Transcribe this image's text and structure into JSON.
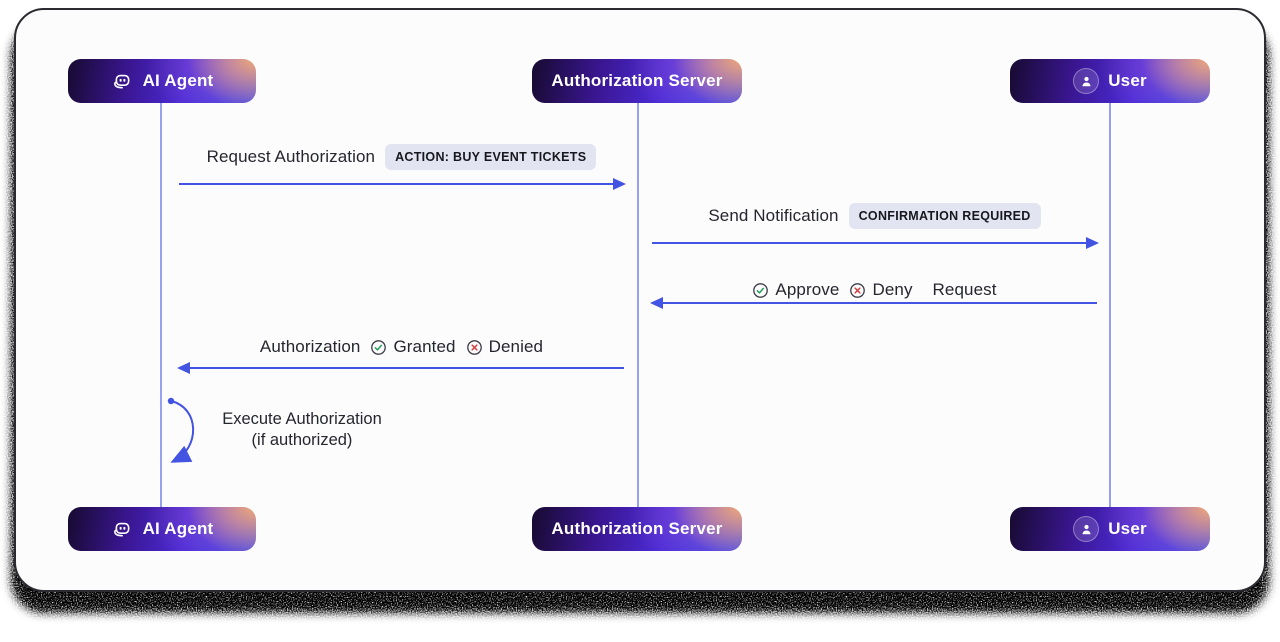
{
  "actors": [
    {
      "label": "AI Agent",
      "icon": "robot-icon"
    },
    {
      "label": "Authorization Server",
      "icon": null
    },
    {
      "label": "User",
      "icon": "user-icon"
    }
  ],
  "messages": {
    "request_auth": {
      "label": "Request Authorization",
      "badge": "ACTION: BUY EVENT TICKETS",
      "from": "AI Agent",
      "to": "Authorization Server",
      "direction": "right"
    },
    "send_notification": {
      "label": "Send Notification",
      "badge": "CONFIRMATION REQUIRED",
      "from": "Authorization Server",
      "to": "User",
      "direction": "right"
    },
    "approve_deny": {
      "approve": "Approve",
      "deny": "Deny",
      "suffix": "Request",
      "from": "User",
      "to": "Authorization Server",
      "direction": "left"
    },
    "auth_result": {
      "prefix": "Authorization",
      "granted": "Granted",
      "denied": "Denied",
      "from": "Authorization Server",
      "to": "AI Agent",
      "direction": "left"
    },
    "execute": {
      "line1": "Execute Authorization",
      "line2": "(if authorized)",
      "on": "AI Agent",
      "type": "self-loop"
    }
  },
  "icons": {
    "robot": "robot-icon",
    "user": "user-icon",
    "approve": "check-circle-icon",
    "deny": "x-circle-icon"
  },
  "colors": {
    "arrow": "#4353e2",
    "lifeline": "#96a2ee",
    "pill_bg": "#e3e4f1",
    "pill_text": "#17171f",
    "label_text": "#26262e",
    "approve_green": "#2a9d5c",
    "deny_red": "#d43c3c",
    "node_gradient_dark": "#170a30",
    "node_gradient_purple": "#4b2bd6",
    "node_gradient_blue": "#3f4ee6",
    "node_gradient_peach": "#f1a977",
    "card_bg": "#fcfcfd"
  }
}
